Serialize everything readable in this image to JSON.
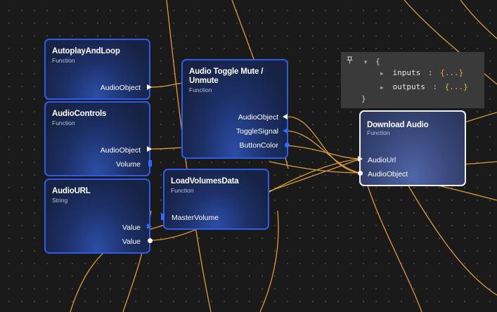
{
  "canvas": {
    "background": "#1a1a1a",
    "wire_color": "#e6a43b"
  },
  "nodes": {
    "autoplay": {
      "title": "AutoplayAndLoop",
      "subtitle": "Function",
      "outputs": [
        "AudioObject"
      ]
    },
    "controls": {
      "title": "AudioControls",
      "subtitle": "Function",
      "outputs": [
        "AudioObject",
        "Volume"
      ]
    },
    "url": {
      "title": "AudioURL",
      "subtitle": "String",
      "outputs": [
        "Value",
        "Value"
      ]
    },
    "toggle": {
      "title": "Audio Toggle Mute /\nUnmute",
      "title_line1": "Audio Toggle Mute /",
      "title_line2": "Unmute",
      "subtitle": "Function",
      "outputs": [
        "AudioObject",
        "ToggleSignal",
        "ButtonColor"
      ]
    },
    "volumes": {
      "title": "LoadVolumesData",
      "subtitle": "Function",
      "inputs": [
        "MasterVolume"
      ]
    },
    "download": {
      "title": "Download Audio",
      "subtitle": "Function",
      "inputs": [
        "AudioUrl",
        "AudioObject"
      ]
    }
  },
  "inspector": {
    "pin_icon": "pin-icon",
    "open_brace": "{",
    "close_brace": "}",
    "rows": [
      {
        "key": "inputs",
        "sep": ":",
        "value": "{...}"
      },
      {
        "key": "outputs",
        "sep": ":",
        "value": "{...}"
      }
    ]
  }
}
